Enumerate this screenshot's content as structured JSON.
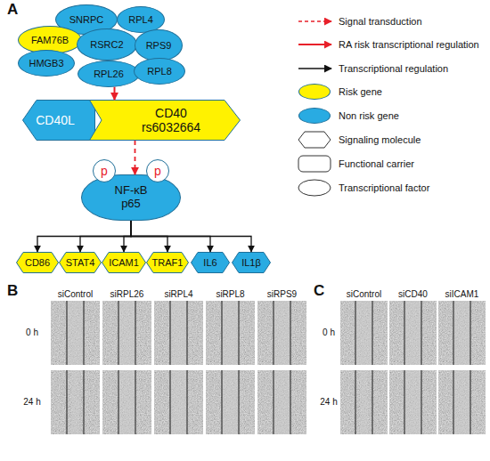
{
  "diagram": {
    "nodes": [
      {
        "text": [
          "SNRPC"
        ]
      },
      {
        "text": [
          "RPL4"
        ]
      },
      {
        "text": [
          "FAM76B"
        ]
      },
      {
        "text": [
          "RSRC2"
        ]
      },
      {
        "text": [
          "RPS9"
        ]
      },
      {
        "text": [
          "HMGB3"
        ]
      },
      {
        "text": [
          "RPL26"
        ]
      },
      {
        "text": [
          "RPL8"
        ]
      },
      {
        "text": [
          "CD40L"
        ]
      },
      {
        "text": [
          "CD40",
          "rs6032664"
        ]
      },
      {
        "text": [
          "p"
        ]
      },
      {
        "text": [
          "p"
        ]
      },
      {
        "text": [
          "NF-κB p65"
        ]
      },
      {
        "text": [
          "CD86"
        ]
      },
      {
        "text": [
          "STAT4"
        ]
      },
      {
        "text": [
          "ICAM1"
        ]
      },
      {
        "text": [
          "TRAF1"
        ]
      },
      {
        "text": [
          "IL6"
        ]
      },
      {
        "text": [
          "IL1β"
        ]
      }
    ],
    "edges": [
      {
        "from": 6,
        "to": 9,
        "arrow": "to"
      },
      {
        "from": 9,
        "to": 12,
        "arrow": "to"
      },
      {
        "from": 12,
        "to": 13,
        "arrow": "to"
      },
      {
        "from": 12,
        "to": 14,
        "arrow": "to"
      },
      {
        "from": 12,
        "to": 15,
        "arrow": "to"
      },
      {
        "from": 12,
        "to": 16,
        "arrow": "to"
      },
      {
        "from": 12,
        "to": 17,
        "arrow": "to"
      },
      {
        "from": 12,
        "to": 18,
        "arrow": "to"
      }
    ],
    "labels": [
      "A",
      "B",
      "siControl",
      "siRPL26",
      "siRPL4",
      "siRPL8",
      "siRPS9",
      "0 h",
      "24 h",
      "C",
      "siControl",
      "siCD40",
      "siICAM1",
      "0 h",
      "24 h"
    ],
    "legend": [
      {
        "text": "Signal transduction"
      },
      {
        "text": "RA risk transcriptional regulation"
      },
      {
        "text": "Transcriptional regulation"
      },
      {
        "text": "Risk gene",
        "color": "#fff200"
      },
      {
        "text": "Non risk gene",
        "color": "#29abe2"
      },
      {
        "text": "Signaling molecule"
      },
      {
        "text": "Functional carrier"
      },
      {
        "text": "Transcriptional factor"
      }
    ]
  }
}
